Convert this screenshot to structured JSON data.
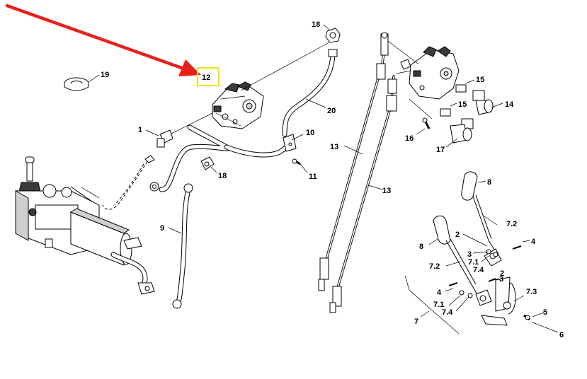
{
  "labels": {
    "l1": "1",
    "l2a": "2",
    "l2b": "2",
    "l3a": "3",
    "l3b": "3",
    "l4a": "4",
    "l4b": "4",
    "l5": "5",
    "l6": "6",
    "l7": "7",
    "l72a": "7.2",
    "l72b": "7.2",
    "l71a": "7.1",
    "l71b": "7.1",
    "l74a": "7.4",
    "l74b": "7.4",
    "l73": "7.3",
    "l8a": "8",
    "l8b": "8",
    "l9": "9",
    "l10": "10",
    "l11": "11",
    "l12": "12",
    "l13a": "13",
    "l13b": "13",
    "l14": "14",
    "l15a": "15",
    "l15b": "15",
    "l16": "16",
    "l17": "17",
    "l18a": "18",
    "l18b": "18",
    "l19": "19",
    "l20": "20"
  },
  "colors": {
    "arrow": "#e8201c",
    "highlight_box": "#f2e21b",
    "line": "#000000"
  }
}
